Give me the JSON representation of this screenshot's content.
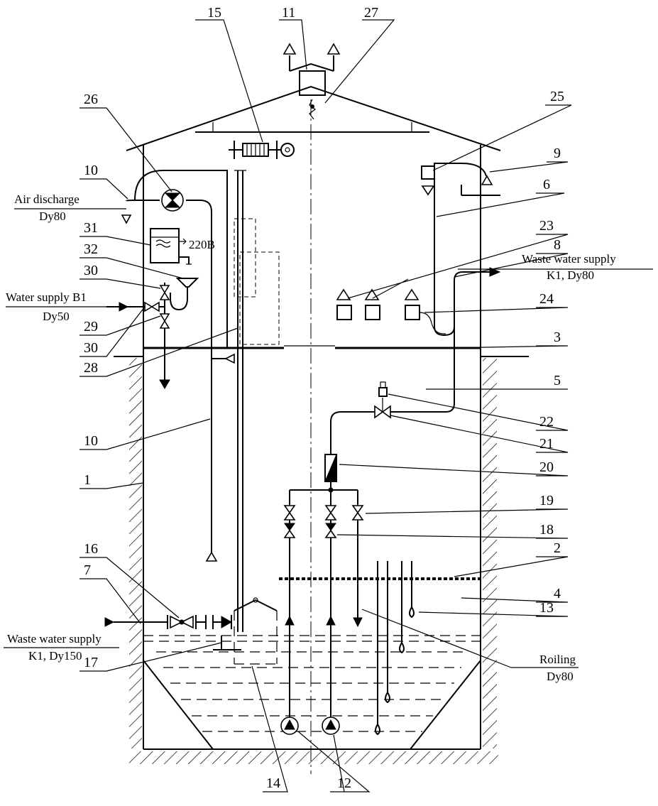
{
  "callouts": {
    "n1": "1",
    "n2": "2",
    "n3": "3",
    "n4": "4",
    "n5": "5",
    "n6": "6",
    "n7": "7",
    "n8": "8",
    "n9": "9",
    "n10a": "10",
    "n10b": "10",
    "n11": "11",
    "n12": "12",
    "n13": "13",
    "n14": "14",
    "n15": "15",
    "n16": "16",
    "n17": "17",
    "n18": "18",
    "n19": "19",
    "n20": "20",
    "n21": "21",
    "n22": "22",
    "n23": "23",
    "n24": "24",
    "n25": "25",
    "n26": "26",
    "n27": "27",
    "n28": "28",
    "n29": "29",
    "n30a": "30",
    "n30b": "30",
    "n31": "31",
    "n32": "32"
  },
  "labels": {
    "air_discharge": "Air discharge",
    "air_discharge_dy": "Dy80",
    "water_supply": "Water supply B1",
    "water_supply_dy": "Dy50",
    "waste_supply_top": "Waste water supply",
    "waste_supply_top_dy": "K1, Dy80",
    "waste_supply_left": "Waste water supply",
    "waste_supply_left_dy": "K1, Dy150",
    "roiling": "Roiling",
    "roiling_dy": "Dy80",
    "heater_voltage": "220B"
  }
}
